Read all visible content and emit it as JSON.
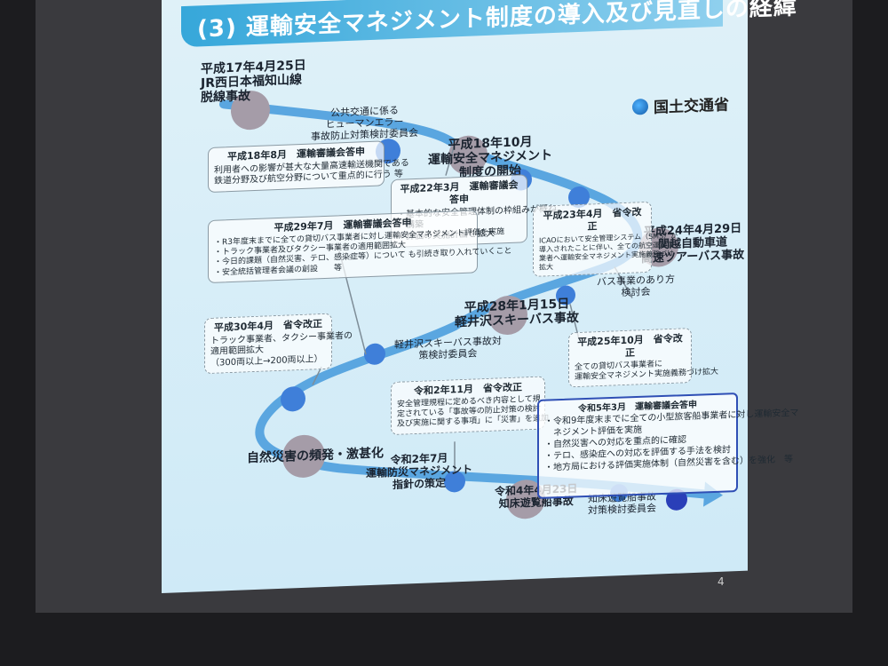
{
  "title": "(3) 運輸安全マネジメント制度の導入及び見直しの経緯",
  "logo": {
    "text": "国土交通省"
  },
  "events": {
    "e1": {
      "line1": "平成17年4月25日",
      "line2": "JR西日本福知山線",
      "line3": "脱線事故"
    },
    "e2": {
      "line1": "平成18年10月",
      "line2": "運輸安全マネジメント",
      "line3": "制度の開始"
    },
    "e3": {
      "line1": "平成24年4月29日",
      "line2": "関越自動車道",
      "line3": "高速ツアーバス事故"
    },
    "e4": {
      "line1": "平成28年1月15日",
      "line2": "軽井沢スキーバス事故"
    },
    "e5": {
      "line1": "自然災害の頻発・激甚化"
    },
    "e6": {
      "line1": "令和2年7月",
      "line2": "運輸防災マネジメント",
      "line3": "指針の策定"
    },
    "e7": {
      "line1": "令和4年4月23日",
      "line2": "知床遊覧船事故"
    }
  },
  "labels": {
    "l1": {
      "line1": "公共交通に係る",
      "line2": "ヒューマンエラー",
      "line3": "事故防止対策検討委員会"
    },
    "l2": {
      "line1": "バス事業のあり方",
      "line2": "検討会"
    },
    "l3": {
      "line1": "軽井沢スキーバス事故対",
      "line2": "策検討委員会"
    },
    "l4": {
      "line1": "知床遊覧船事故",
      "line2": "対策検討委員会"
    }
  },
  "boxes": {
    "b1": {
      "head": "平成18年8月　運輸審議会答申",
      "lines": [
        "利用者への影響が甚大な大量高速輸送機関である",
        "鉄道分野及び航空分野について重点的に行う 等"
      ]
    },
    "b2": {
      "head": "平成22年3月　運輸審議会答申",
      "lines": [
        "・基本的な安全管理体制の枠組みが概ね",
        "　構築",
        "・評価の実施計画を拡大"
      ]
    },
    "b3": {
      "head": "平成23年4月　省令改正",
      "lines": [
        "ICAOにおいて安全管理システム（SMS）が",
        "導入されたことに伴い、全ての航空運送事",
        "業者へ運輸安全マネジメント実施義務づけ",
        "拡大"
      ]
    },
    "b4": {
      "head": "平成29年7月　運輸審議会答申",
      "lines": [
        "・R3年度末までに全ての貸切バス事業者に対し運輸安全マネジメント評価を実施",
        "・トラック事業者及びタクシー事業者の適用範囲拡大",
        "・今日的課題（自然災害、テロ、感染症等）について も引続き取り入れていくこと",
        "・安全統括管理者会議の創設　　等"
      ]
    },
    "b5": {
      "head": "平成30年4月　省令改正",
      "lines": [
        "トラック事業者、タクシー事業者の",
        "適用範囲拡大",
        "（300両以上→200両以上）"
      ]
    },
    "b6": {
      "head": "平成25年10月　省令改正",
      "lines": [
        "全ての貸切バス事業者に",
        "運輸安全マネジメント実施義務づけ拡大"
      ]
    },
    "b7": {
      "head": "令和2年11月　省令改正",
      "lines": [
        "安全管理規程に定めるべき内容として規",
        "定されている「事故等の防止対策の検討",
        "及び実施に関する事項」に「災害」を追加"
      ]
    },
    "b8": {
      "head": "令和5年3月　運輸審議会答申",
      "lines": [
        "・令和9年度末までに全ての小型旅客船事業者に対し運輸安全マ",
        "　ネジメント評価を実施",
        "・自然災害への対応を重点的に確認",
        "・テロ、感染症への対応を評価する手法を検討",
        "・地方局における評価実施体制（自然災害を含む）を強化　等"
      ]
    }
  },
  "page_number": "4",
  "colors": {
    "road": "#5aa6e0",
    "node": "#3f7fd9",
    "event_node": "#a59ca8",
    "title_band": "#36a7da",
    "highlight_border": "#2f4fb5"
  }
}
